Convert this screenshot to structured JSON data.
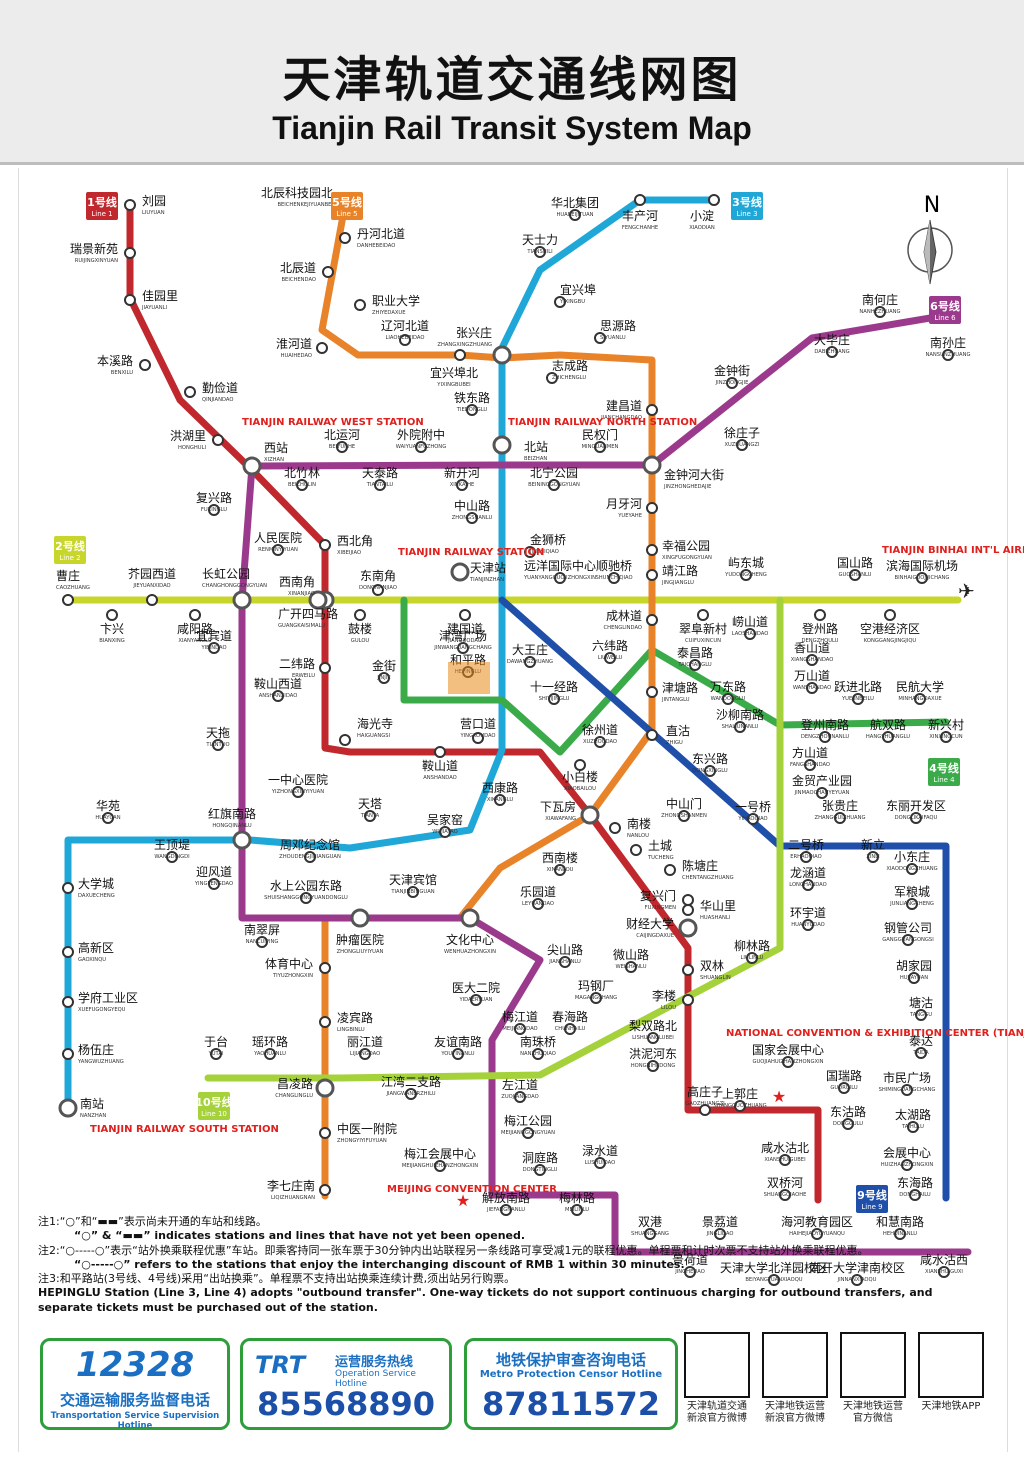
{
  "title": {
    "cn": "天津轨道交通线网图",
    "en": "Tianjin Rail Transit System Map"
  },
  "compass": "N",
  "lines": [
    {
      "id": "1",
      "label": "1号线",
      "en": "Line 1",
      "color": "#c0282d"
    },
    {
      "id": "2",
      "label": "2号线",
      "en": "Line 2",
      "color": "#c8d62b"
    },
    {
      "id": "3",
      "label": "3号线",
      "en": "Line 3",
      "color": "#1fa7d8"
    },
    {
      "id": "4",
      "label": "4号线",
      "en": "Line 4",
      "color": "#3bab4a"
    },
    {
      "id": "5",
      "label": "5号线",
      "en": "Line 5",
      "color": "#e8832a"
    },
    {
      "id": "6",
      "label": "6号线",
      "en": "Line 6",
      "color": "#9b3a8c"
    },
    {
      "id": "9",
      "label": "9号线",
      "en": "Line 9",
      "color": "#1f4fa8"
    },
    {
      "id": "10",
      "label": "10号线",
      "en": "Line 10",
      "color": "#a5d23a"
    }
  ],
  "stations": [
    {
      "cn": "刘园",
      "en": "LIUYUAN"
    },
    {
      "cn": "瑞景新苑",
      "en": "RUIJINGXINYUAN"
    },
    {
      "cn": "佳园里",
      "en": "JIAYUANLI"
    },
    {
      "cn": "本溪路",
      "en": "BENXILU"
    },
    {
      "cn": "勤俭道",
      "en": "QINJIANDAO"
    },
    {
      "cn": "洪湖里",
      "en": "HONGHULI"
    },
    {
      "cn": "西站",
      "en": "XIZHAN"
    },
    {
      "cn": "西北角",
      "en": "XIBEIJIAO"
    },
    {
      "cn": "西南角",
      "en": "XINANJIAO"
    },
    {
      "cn": "二纬路",
      "en": "ERWEILU"
    },
    {
      "cn": "海光寺",
      "en": "HAIGUANGSI"
    },
    {
      "cn": "鞍山道",
      "en": "ANSHANDAO"
    },
    {
      "cn": "营口道",
      "en": "YINGKOUDAO"
    },
    {
      "cn": "小白楼",
      "en": "XIAOBAILOU"
    },
    {
      "cn": "下瓦房",
      "en": "XIAWAFANG"
    },
    {
      "cn": "南楼",
      "en": "NANLOU"
    },
    {
      "cn": "土城",
      "en": "TUCHENG"
    },
    {
      "cn": "陈塘庄",
      "en": "CHENTANGZHUANG"
    },
    {
      "cn": "复兴门",
      "en": "FUXINGMEN"
    },
    {
      "cn": "华山里",
      "en": "HUASHANLI"
    },
    {
      "cn": "财经大学",
      "en": "CAIJINGDAXUE"
    },
    {
      "cn": "双林",
      "en": "SHUANGLIN"
    },
    {
      "cn": "李楼",
      "en": "LILOU"
    },
    {
      "cn": "高庄子",
      "en": "GAOZHUANGZI"
    },
    {
      "cn": "北辰科技园北",
      "en": "BEICHENKEJIYUANBEI"
    },
    {
      "cn": "丹河北道",
      "en": "DANHEBEIDAO"
    },
    {
      "cn": "北辰道",
      "en": "BEICHENDAO"
    },
    {
      "cn": "职业大学",
      "en": "ZHIYEDAXUE"
    },
    {
      "cn": "淮河道",
      "en": "HUAIHEDAO"
    },
    {
      "cn": "辽河北道",
      "en": "LIAOHEBEIDAO"
    },
    {
      "cn": "宜兴埠北",
      "en": "YIXINGBUBEI"
    },
    {
      "cn": "张兴庄",
      "en": "ZHANGXINGZHUANG"
    },
    {
      "cn": "志成路",
      "en": "ZHICHENGLU"
    },
    {
      "cn": "思源路",
      "en": "SIYUANLU"
    },
    {
      "cn": "建昌道",
      "en": "JIANCHANGDAO"
    },
    {
      "cn": "金钟河大街",
      "en": "JINZHONGHEDAJIE"
    },
    {
      "cn": "月牙河",
      "en": "YUEYAHE"
    },
    {
      "cn": "幸福公园",
      "en": "XINGFUGONGYUAN"
    },
    {
      "cn": "靖江路",
      "en": "JINGJIANGLU"
    },
    {
      "cn": "成林道",
      "en": "CHENGLINDAO"
    },
    {
      "cn": "津塘路",
      "en": "JINTANGLU"
    },
    {
      "cn": "直沽",
      "en": "ZHIGU"
    },
    {
      "cn": "西南楼",
      "en": "XINANLOU"
    },
    {
      "cn": "文化中心",
      "en": "WENHUAZHONGXIN"
    },
    {
      "cn": "肿瘤医院",
      "en": "ZHONGLIUYIYUAN"
    },
    {
      "cn": "体育中心",
      "en": "TIYUZHONGXIN"
    },
    {
      "cn": "凌宾路",
      "en": "LINGBINLU"
    },
    {
      "cn": "昌凌路",
      "en": "CHANGLINGLU"
    },
    {
      "cn": "中医一附院",
      "en": "ZHONGYIYIFUYUAN"
    },
    {
      "cn": "李七庄南",
      "en": "LIQIZHUANGNAN"
    },
    {
      "cn": "小淀",
      "en": "XIAODIAN"
    },
    {
      "cn": "丰产河",
      "en": "FENGCHANHE"
    },
    {
      "cn": "华北集团",
      "en": "HUABEIJITUAN"
    },
    {
      "cn": "天士力",
      "en": "TIANSHILI"
    },
    {
      "cn": "宜兴埠",
      "en": "YIXINGBU"
    },
    {
      "cn": "铁东路",
      "en": "TIEDONGLU"
    },
    {
      "cn": "北站",
      "en": "BEIZHAN"
    },
    {
      "cn": "中山路",
      "en": "ZHONGSHANLU"
    },
    {
      "cn": "金狮桥",
      "en": "JINSHIQIAO"
    },
    {
      "cn": "天津站",
      "en": "TIANJINZHAN"
    },
    {
      "cn": "津湾广场",
      "en": "JINWANGUANGCHANG"
    },
    {
      "cn": "和平路",
      "en": "HEPINGLU"
    },
    {
      "cn": "西康路",
      "en": "XIKANGLU"
    },
    {
      "cn": "吴家窑",
      "en": "WUJIAYAO"
    },
    {
      "cn": "天塔",
      "en": "TIANTA"
    },
    {
      "cn": "周邓纪念馆",
      "en": "ZHOUDENGJINIANGUAN"
    },
    {
      "cn": "红旗南路",
      "en": "HONGQINANLU"
    },
    {
      "cn": "王顶堤",
      "en": "WANGDINGDI"
    },
    {
      "cn": "华苑",
      "en": "HUAYUAN"
    },
    {
      "cn": "大学城",
      "en": "DAXUECHENG"
    },
    {
      "cn": "高新区",
      "en": "GAOXINQU"
    },
    {
      "cn": "学府工业区",
      "en": "XUEFUGONGYEQU"
    },
    {
      "cn": "杨伍庄",
      "en": "YANGWUZHUANG"
    },
    {
      "cn": "南站",
      "en": "NANZHAN"
    },
    {
      "cn": "曹庄",
      "en": "CAOZHUANG"
    },
    {
      "cn": "卞兴",
      "en": "BIANXING"
    },
    {
      "cn": "芥园西道",
      "en": "JIEYUANXIDAO"
    },
    {
      "cn": "咸阳路",
      "en": "XIANYANGLU"
    },
    {
      "cn": "长虹公园",
      "en": "CHANGHONGGONGYUAN"
    },
    {
      "cn": "广开四马路",
      "en": "GUANGKAISIMALU"
    },
    {
      "cn": "东南角",
      "en": "DONGNANJIAO"
    },
    {
      "cn": "鼓楼",
      "en": "GULOU"
    },
    {
      "cn": "建国道",
      "en": "JIANGUODAO"
    },
    {
      "cn": "远洋国际中心",
      "en": "YUANYANGGUOJIZHONGXIN"
    },
    {
      "cn": "顺驰桥",
      "en": "SHUNCHIQIAO"
    },
    {
      "cn": "翠阜新村",
      "en": "CUIFUXINCUN"
    },
    {
      "cn": "屿东城",
      "en": "YUDONGCHENG"
    },
    {
      "cn": "登州路",
      "en": "DENGZHOULU"
    },
    {
      "cn": "国山路",
      "en": "GUOSHANLU"
    },
    {
      "cn": "空港经济区",
      "en": "KONGGANGJINGJIQU"
    },
    {
      "cn": "滨海国际机场",
      "en": "BINHAIGUOJIJICHANG"
    },
    {
      "cn": "北竹林",
      "en": "BEIZHULIN"
    },
    {
      "cn": "北运河",
      "en": "BEIYUNHE"
    },
    {
      "cn": "外院附中",
      "en": "WAIYUANFUZHONG"
    },
    {
      "cn": "天泰路",
      "en": "TIANTAILU"
    },
    {
      "cn": "新开河",
      "en": "XINKAIHE"
    },
    {
      "cn": "北宁公园",
      "en": "BEININGGONGYUAN"
    },
    {
      "cn": "民权门",
      "en": "MINQUANMEN"
    },
    {
      "cn": "徐庄子",
      "en": "XUZHUANGZI"
    },
    {
      "cn": "金钟街",
      "en": "JINZHONGJIE"
    },
    {
      "cn": "大毕庄",
      "en": "DABIZHUANG"
    },
    {
      "cn": "南何庄",
      "en": "NANHEZHUANG"
    },
    {
      "cn": "南孙庄",
      "en": "NANSUNZHUANG"
    },
    {
      "cn": "复兴路",
      "en": "FUXINGLU"
    },
    {
      "cn": "人民医院",
      "en": "RENMINYIYUAN"
    },
    {
      "cn": "宜宾道",
      "en": "YIBINDAO"
    },
    {
      "cn": "鞍山西道",
      "en": "ANSHANXIDAO"
    },
    {
      "cn": "天拖",
      "en": "TIANTUO"
    },
    {
      "cn": "一中心医院",
      "en": "YIZHONGXINYIYUAN"
    },
    {
      "cn": "迎风道",
      "en": "YINGFENGDAO"
    },
    {
      "cn": "南翠屏",
      "en": "NANCUIPING"
    },
    {
      "cn": "水上公园东路",
      "en": "SHUISHANGGONGYUANDONGLU"
    },
    {
      "cn": "天津宾馆",
      "en": "TIANJINBINGUAN"
    },
    {
      "cn": "乐园道",
      "en": "LEYUANDAO"
    },
    {
      "cn": "尖山路",
      "en": "JIANSHANLU"
    },
    {
      "cn": "医大二院",
      "en": "YIDAERYUAN"
    },
    {
      "cn": "梅江道",
      "en": "MEIJIANGDAO"
    },
    {
      "cn": "左江道",
      "en": "ZUOJIANGDAO"
    },
    {
      "cn": "梅江公园",
      "en": "MEIJIANGGONGYUAN"
    },
    {
      "cn": "梅江会展中心",
      "en": "MEIJIANGHUIZHANZHONGXIN"
    },
    {
      "cn": "解放南路",
      "en": "JIEFANGNANLU"
    },
    {
      "cn": "洞庭路",
      "en": "DONGTINGLU"
    },
    {
      "cn": "梅林路",
      "en": "MEILINLU"
    },
    {
      "cn": "渌水道",
      "en": "LUSHUIDAO"
    },
    {
      "cn": "双港",
      "en": "SHUANGGANG"
    },
    {
      "cn": "景荔道",
      "en": "JINGLIDAO"
    },
    {
      "cn": "海河教育园区",
      "en": "HAIHEJIAOYUYUANQU"
    },
    {
      "cn": "和慧南路",
      "en": "HEHUINANLU"
    },
    {
      "cn": "景荷道",
      "en": "JINGHEDAO"
    },
    {
      "cn": "天津大学北洋园校区",
      "en": "BEIYANGYUANXIAOQU"
    },
    {
      "cn": "南开大学津南校区",
      "en": "JINNANXIAOQU"
    },
    {
      "cn": "咸水沽西",
      "en": "XIANSHUIGUXI"
    },
    {
      "cn": "金街",
      "en": "JINJIE"
    },
    {
      "cn": "大王庄",
      "en": "DAWANGZHUANG"
    },
    {
      "cn": "十一经路",
      "en": "SHIYIJINGLU"
    },
    {
      "cn": "徐州道",
      "en": "XUZHOUDAO"
    },
    {
      "cn": "六纬路",
      "en": "LIUWEILU"
    },
    {
      "cn": "泰昌路",
      "en": "TAICHANGLU"
    },
    {
      "cn": "万东路",
      "en": "WANDONGLU"
    },
    {
      "cn": "沙柳南路",
      "en": "SHALIUNANLU"
    },
    {
      "cn": "崂山道",
      "en": "LAOSHANDAO"
    },
    {
      "cn": "香山道",
      "en": "XIANGSHANDAO"
    },
    {
      "cn": "万山道",
      "en": "WANSHANDAO"
    },
    {
      "cn": "登州南路",
      "en": "DENGZHOUNANLU"
    },
    {
      "cn": "跃进北路",
      "en": "YUEJINBEILU"
    },
    {
      "cn": "航双路",
      "en": "HANGSHUANGLU"
    },
    {
      "cn": "民航大学",
      "en": "MINHANGDAXUE"
    },
    {
      "cn": "新兴村",
      "en": "XINXINGCUN"
    },
    {
      "cn": "方山道",
      "en": "FANGSHANDAO"
    },
    {
      "cn": "金贸产业园",
      "en": "JINMAOCHANYEYUAN"
    },
    {
      "cn": "东兴路",
      "en": "DONGXINGLU"
    },
    {
      "cn": "中山门",
      "en": "ZHONGSHANMEN"
    },
    {
      "cn": "一号桥",
      "en": "YIHAOQIAO"
    },
    {
      "cn": "二号桥",
      "en": "ERHAOQIAO"
    },
    {
      "cn": "张贵庄",
      "en": "ZHANGGUIZHUANG"
    },
    {
      "cn": "东丽开发区",
      "en": "DONGLIKAIFAQU"
    },
    {
      "cn": "新立",
      "en": "XINLI"
    },
    {
      "cn": "小东庄",
      "en": "XIAODONGZHUANG"
    },
    {
      "cn": "军粮城",
      "en": "JUNLIANGCHENG"
    },
    {
      "cn": "钢管公司",
      "en": "GANGGUANGONGSI"
    },
    {
      "cn": "胡家园",
      "en": "HUJIAYUAN"
    },
    {
      "cn": "塘沽",
      "en": "TANGGU"
    },
    {
      "cn": "泰达",
      "en": "TAIDA"
    },
    {
      "cn": "市民广场",
      "en": "SHIMINGUANGCHANG"
    },
    {
      "cn": "太湖路",
      "en": "TAIHULU"
    },
    {
      "cn": "会展中心",
      "en": "HUIZHANZHONGXIN"
    },
    {
      "cn": "东海路",
      "en": "DONGHAILU"
    },
    {
      "cn": "龙涵道",
      "en": "LONGHANDAO"
    },
    {
      "cn": "环宇道",
      "en": "HUANYUDAO"
    },
    {
      "cn": "柳林路",
      "en": "LIULINLU"
    },
    {
      "cn": "微山路",
      "en": "WEISHANLU"
    },
    {
      "cn": "玛钢厂",
      "en": "MAGANGCHANG"
    },
    {
      "cn": "春海路",
      "en": "CHUNHAILU"
    },
    {
      "cn": "南珠桥",
      "en": "NANZHUQIAO"
    },
    {
      "cn": "友谊南路",
      "en": "YOUYINANLU"
    },
    {
      "cn": "丽江道",
      "en": "LIJIANGDAO"
    },
    {
      "cn": "江湾二支路",
      "en": "JIANGWANERZHILU"
    },
    {
      "cn": "瑶环路",
      "en": "YAOHUANLU"
    },
    {
      "cn": "于台",
      "en": "YUTAI"
    },
    {
      "cn": "梨双路北",
      "en": "LISHUANGLUBEI"
    },
    {
      "cn": "洪泥河东",
      "en": "HONGNIHEDONG"
    },
    {
      "cn": "国家会展中心",
      "en": "GUOJIAHUIZHANZHONGXIN"
    },
    {
      "cn": "上郭庄",
      "en": "SHANGGUOZHUANG"
    },
    {
      "cn": "国瑞路",
      "en": "GUORUILU"
    },
    {
      "cn": "东沽路",
      "en": "DONGGULU"
    },
    {
      "cn": "咸水沽北",
      "en": "XIANSHUIGUBEI"
    },
    {
      "cn": "双桥河",
      "en": "SHUANGQIAOHE"
    }
  ],
  "annotations": [
    {
      "text": "TIANJIN RAILWAY WEST STATION"
    },
    {
      "text": "TIANJIN RAILWAY NORTH STATION"
    },
    {
      "text": "TIANJIN RAILWAY STATION"
    },
    {
      "text": "TIANJIN BINHAI INT'L AIRPORT"
    },
    {
      "text": "TIANJIN RAILWAY SOUTH STATION"
    },
    {
      "text": "NATIONAL CONVENTION & EXHIBITION CENTER (TIANJIN)"
    },
    {
      "text": "MEIJING CONVENTION CENTER"
    }
  ],
  "notes": [
    "注1:“○”和“▬▬”表示尚未开通的车站和线路。",
    "“○” & “▬▬” indicates stations and lines that have not yet been opened.",
    "注2:“○-----○”表示“站外换乘联程优惠”车站。即乘客持同一张车票于30分钟内出站联程另一条线路可享受减1元的联程优惠。单程票和计时次票不支持站外换乘联程优惠。",
    "“○-----○” refers to the stations that enjoy the interchanging discount of RMB 1 within 30 minutes.",
    "注3:和平路站(3号线、4号线)采用“出站换乘”。单程票不支持出站换乘连续计费,须出站另行购票。",
    "HEPINGLU Station (Line 3, Line 4) adopts \"outbound transfer\". One-way tickets do not support continuous charging for outbound transfers, and separate tickets must be purchased out of the station."
  ],
  "hotlines": [
    {
      "logo": "12328",
      "cn": "交通运输服务监督电话",
      "en": "Transportation Service Supervision Hotline",
      "number": ""
    },
    {
      "logo": "TRT",
      "cn": "运营服务热线",
      "en": "Operation Service Hotline",
      "number": "85568890"
    },
    {
      "logo": "",
      "cn": "地铁保护审查咨询电话",
      "en": "Metro Protection Censor Hotline",
      "number": "87811572"
    }
  ],
  "qr_codes": [
    {
      "caption": "天津轨道交通新浪官方微博"
    },
    {
      "caption": "天津地铁运营新浪官方微博"
    },
    {
      "caption": "天津地铁运营官方微信"
    },
    {
      "caption": "天津地铁APP"
    }
  ]
}
